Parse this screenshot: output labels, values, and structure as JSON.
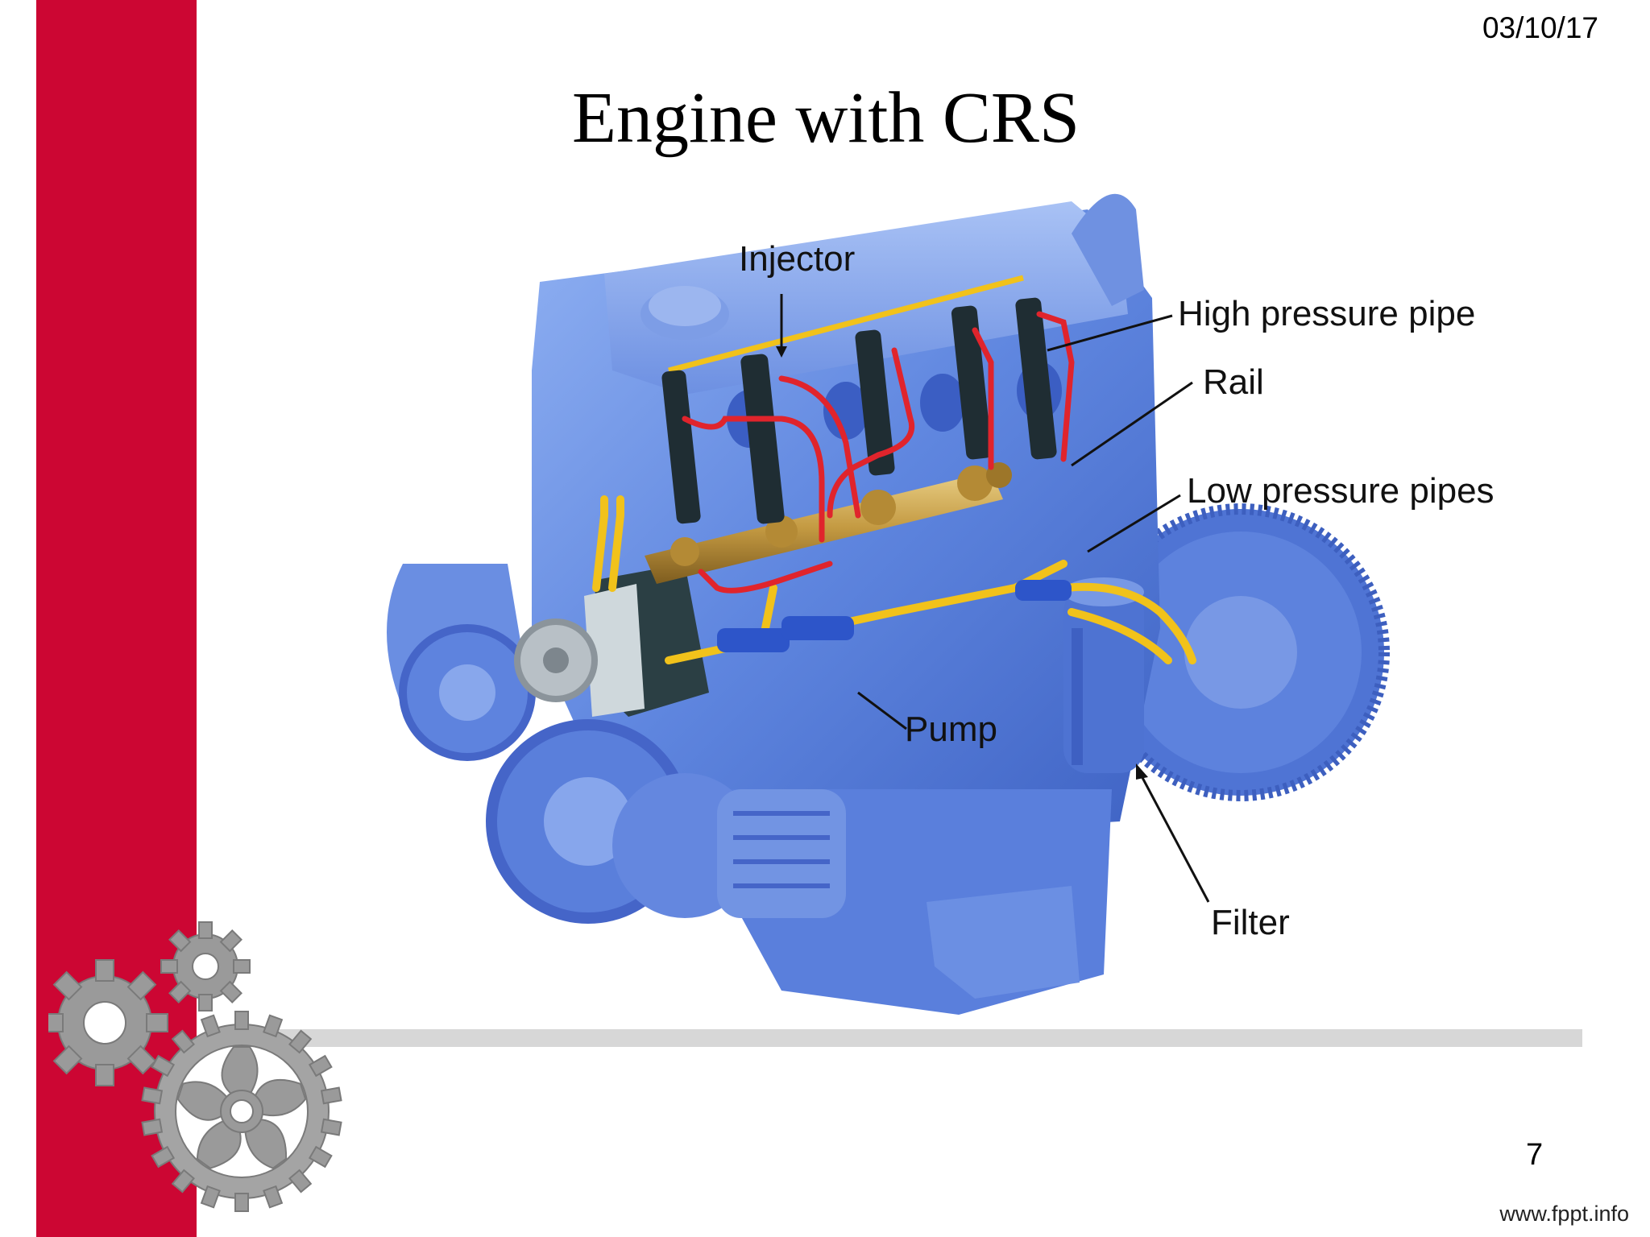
{
  "slide": {
    "date": "03/10/17",
    "title": "Engine with CRS",
    "page_number": "7",
    "site": "www.fppt.info"
  },
  "diagram": {
    "labels": {
      "injector": "Injector",
      "high_pressure_pipe": "High pressure pipe",
      "rail": "Rail",
      "low_pressure_pipes": "Low pressure pipes",
      "pump": "Pump",
      "filter": "Filter"
    }
  },
  "colors": {
    "red_bar": "#cc0633",
    "engine_blue": "#5f86df",
    "high_pressure_pipe": "#e0242c",
    "low_pressure_pipe": "#f1c21b",
    "rail": "#c49a42"
  }
}
